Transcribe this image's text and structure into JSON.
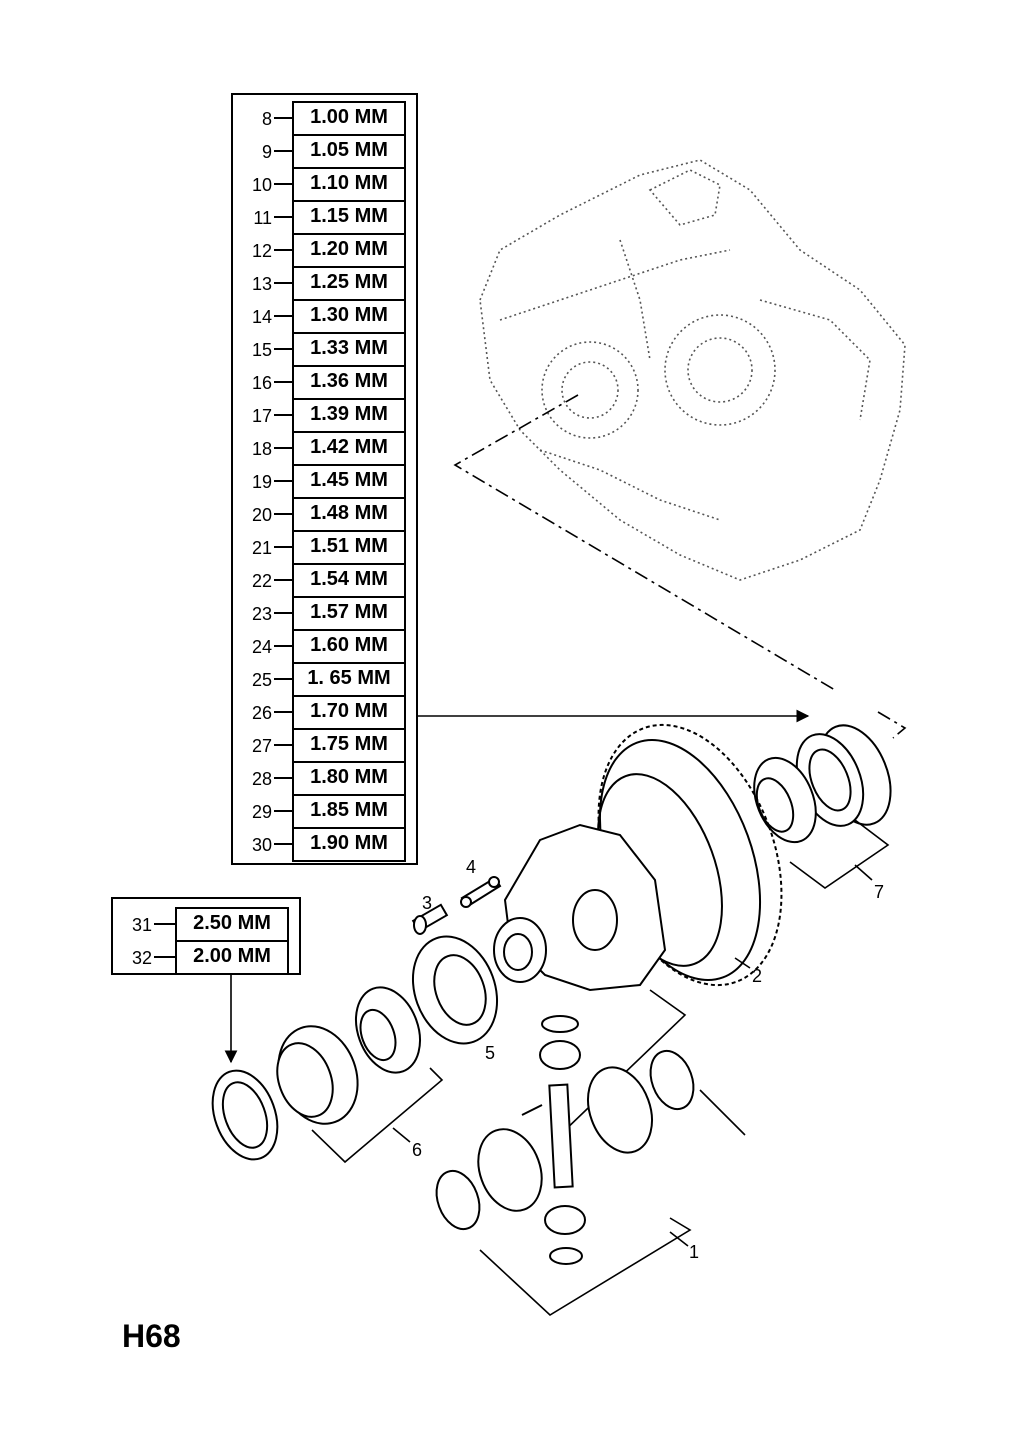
{
  "page_code": "H68",
  "shim_table_main": [
    {
      "ref": "8",
      "size": "1.00 MM"
    },
    {
      "ref": "9",
      "size": "1.05 MM"
    },
    {
      "ref": "10",
      "size": "1.10 MM"
    },
    {
      "ref": "11",
      "size": "1.15 MM"
    },
    {
      "ref": "12",
      "size": "1.20 MM"
    },
    {
      "ref": "13",
      "size": "1.25 MM"
    },
    {
      "ref": "14",
      "size": "1.30 MM"
    },
    {
      "ref": "15",
      "size": "1.33 MM"
    },
    {
      "ref": "16",
      "size": "1.36 MM"
    },
    {
      "ref": "17",
      "size": "1.39 MM"
    },
    {
      "ref": "18",
      "size": "1.42 MM"
    },
    {
      "ref": "19",
      "size": "1.45 MM"
    },
    {
      "ref": "20",
      "size": "1.48 MM"
    },
    {
      "ref": "21",
      "size": "1.51 MM"
    },
    {
      "ref": "22",
      "size": "1.54 MM"
    },
    {
      "ref": "23",
      "size": "1.57 MM"
    },
    {
      "ref": "24",
      "size": "1.60 MM"
    },
    {
      "ref": "25",
      "size": "1. 65 MM"
    },
    {
      "ref": "26",
      "size": "1.70 MM"
    },
    {
      "ref": "27",
      "size": "1.75 MM"
    },
    {
      "ref": "28",
      "size": "1.80 MM"
    },
    {
      "ref": "29",
      "size": "1.85 MM"
    },
    {
      "ref": "30",
      "size": "1.90 MM"
    }
  ],
  "shim_table_small": [
    {
      "ref": "31",
      "size": "2.50 MM"
    },
    {
      "ref": "32",
      "size": "2.00 MM"
    }
  ],
  "callouts": {
    "c1": "1",
    "c2": "2",
    "c3": "3",
    "c4": "4",
    "c5": "5",
    "c6": "6",
    "c7": "7"
  }
}
